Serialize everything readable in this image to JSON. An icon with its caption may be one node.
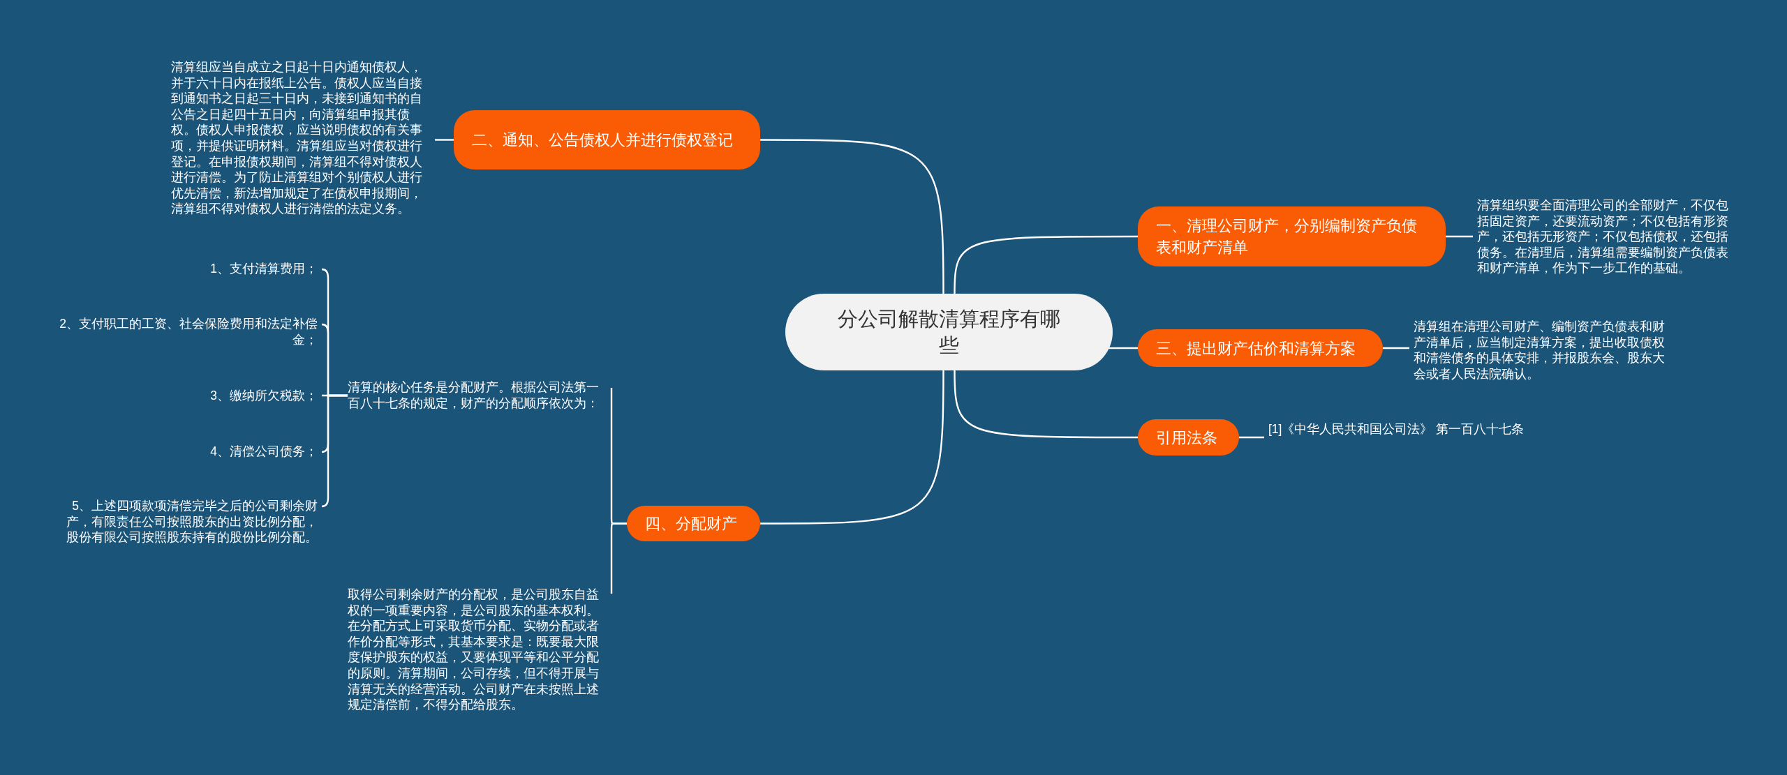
{
  "diagram": {
    "nodes": [
      {
        "text": [
          "分公司解散清算程序有哪些"
        ]
      },
      {
        "text": [
          "一、清理公司财产，分别编制资产负债表和财产清单"
        ]
      },
      {
        "text": [
          "清算组织要全面清理公司的全部财产，不仅包括固定资产，还要流动资产；不仅包括有形资产，还包括无形资产；不仅包括债权，还包括债务。在清理后，清算组需要编制资产负债表和财产清单，作为下一步工作的基础。"
        ]
      },
      {
        "text": [
          "三、提出财产估价和清算方案"
        ]
      },
      {
        "text": [
          "清算组在清理公司财产、编制资产负债表和财产清单后，应当制定清算方案，提出收取债权和清偿债务的具体安排，并报股东会、股东大会或者人民法院确认。"
        ]
      },
      {
        "text": [
          "引用法条"
        ]
      },
      {
        "text": [
          "[1]《中华人民共和国公司法》 第一百八十七条"
        ]
      },
      {
        "text": [
          "二、通知、公告债权人并进行债权登记"
        ]
      },
      {
        "text": [
          "清算组应当自成立之日起十日内通知债权人，并于六十日内在报纸上公告。债权人应当自接到通知书之日起三十日内，未接到通知书的自公告之日起四十五日内，向清算组申报其债权。债权人申报债权，应当说明债权的有关事项，并提供证明材料。清算组应当对债权进行登记。在申报债权期间，清算组不得对债权人进行清偿。为了防止清算组对个别债权人进行优先清偿，新法增加规定了在债权申报期间，清算组不得对债权人进行清偿的法定义务。"
        ]
      },
      {
        "text": [
          "四、分配财产"
        ]
      },
      {
        "text": [
          "清算的核心任务是分配财产。根据公司法第一百八十七条的规定，财产的分配顺序依次为："
        ]
      },
      {
        "text": [
          "1、支付清算费用；"
        ]
      },
      {
        "text": [
          "2、支付职工的工资、社会保险费用和法定补偿金；"
        ]
      },
      {
        "text": [
          "3、缴纳所欠税款；"
        ]
      },
      {
        "text": [
          "4、清偿公司债务；"
        ]
      },
      {
        "text": [
          "5、上述四项款项清偿完毕之后的公司剩余财产，有限责任公司按照股东的出资比例分配，股份有限公司按照股东持有的股份比例分配。"
        ]
      },
      {
        "text": [
          "取得公司剩余财产的分配权，是公司股东自益权的一项重要内容，是公司股东的基本权利。在分配方式上可采取货币分配、实物分配或者作价分配等形式，其基本要求是：既要最大限度保护股东的权益，又要体现平等和公平分配的原则。清算期间，公司存续，但不得开展与清算无关的经营活动。公司财产在未按照上述规定清偿前，不得分配给股东。"
        ]
      }
    ],
    "edges": [
      {
        "from": 0,
        "to": 1,
        "arrow": "none"
      },
      {
        "from": 1,
        "to": 2,
        "arrow": "none"
      },
      {
        "from": 0,
        "to": 3,
        "arrow": "none"
      },
      {
        "from": 3,
        "to": 4,
        "arrow": "none"
      },
      {
        "from": 0,
        "to": 5,
        "arrow": "none"
      },
      {
        "from": 5,
        "to": 6,
        "arrow": "none"
      },
      {
        "from": 0,
        "to": 7,
        "arrow": "none"
      },
      {
        "from": 7,
        "to": 8,
        "arrow": "none"
      },
      {
        "from": 0,
        "to": 9,
        "arrow": "none"
      },
      {
        "from": 9,
        "to": 10,
        "arrow": "none"
      },
      {
        "from": 9,
        "to": 16,
        "arrow": "none"
      },
      {
        "from": 10,
        "to": 11,
        "arrow": "none"
      },
      {
        "from": 10,
        "to": 12,
        "arrow": "none"
      },
      {
        "from": 10,
        "to": 13,
        "arrow": "none"
      },
      {
        "from": 10,
        "to": 14,
        "arrow": "none"
      },
      {
        "from": 10,
        "to": 15,
        "arrow": "none"
      }
    ]
  }
}
